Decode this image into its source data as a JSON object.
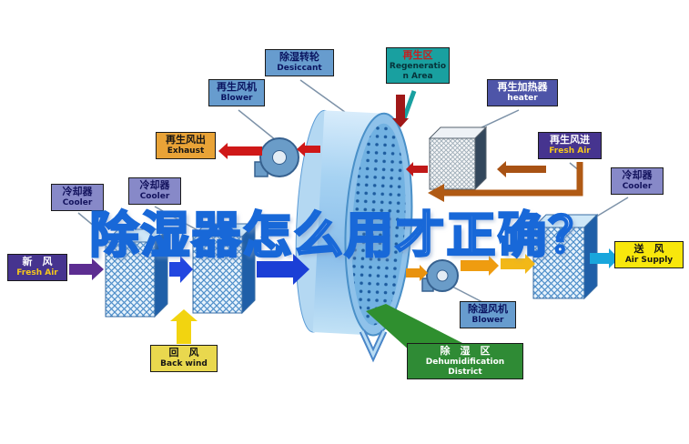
{
  "title": "除湿器怎么用才正确？",
  "labels": {
    "regen_blower": {
      "zh": "再生风机",
      "en": "Blower"
    },
    "desiccant_wheel": {
      "zh": "除湿转轮",
      "en": "Desiccant"
    },
    "regen_area": {
      "zh": "再生区",
      "en": "Regeneration Area"
    },
    "regen_heater": {
      "zh": "再生加热器",
      "en": "heater"
    },
    "regen_exhaust": {
      "zh": "再生风出",
      "en": "Exhaust"
    },
    "cooler_mid": {
      "zh": "冷却器",
      "en": "Cooler"
    },
    "cooler_left": {
      "zh": "冷却器",
      "en": "Cooler"
    },
    "cooler_right": {
      "zh": "冷却器",
      "en": "Cooler"
    },
    "regen_fresh_air": {
      "zh": "再生风进",
      "en": "Fresh Air"
    },
    "fresh_air": {
      "zh": "新　风",
      "en": "Fresh Air"
    },
    "back_wind": {
      "zh": "回　风",
      "en": "Back wind"
    },
    "dehumid_blower": {
      "zh": "除湿风机",
      "en": "Blower"
    },
    "air_supply": {
      "zh": "送　风",
      "en": "Air Supply"
    },
    "dehumid_district": {
      "zh": "除　湿　区",
      "en": "Dehumidification District"
    }
  },
  "colors": {
    "title_fill": "#ffffff",
    "title_outline": "#1868d8",
    "process_arrow_blue": "#1b3fd6",
    "fresh_arrow_purple": "#5c2d91",
    "return_arrow_yellow": "#f2d410",
    "regen_arrow_red": "#cf1818",
    "regen_arrow_brown": "#b05a14",
    "supply_arrow_cyan": "#18a6dc",
    "dehumid_zone_green": "#2f8f2f",
    "label_steel": "#679cce",
    "label_teal": "#19a0a0",
    "label_indigo": "#4e55a8",
    "label_orange": "#e9a337",
    "label_violet": "#8789c8",
    "label_purple": "#46348f",
    "label_yellow": "#f8e70c",
    "label_green": "#2f8b35"
  }
}
